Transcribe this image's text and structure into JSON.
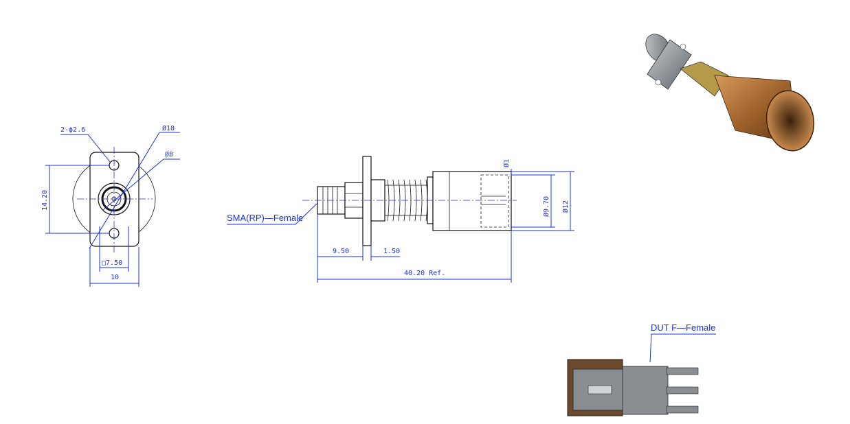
{
  "front_view": {
    "hole_label": "2-ϕ2.6",
    "outer_dia_label": "Ø18",
    "inner_dia_label": "Ø8",
    "height_label": "14.20",
    "square_label": "□7.50",
    "width_label": "10"
  },
  "side_view": {
    "callout_label": "SMA(RP)—Female",
    "pin_dia_label": "Ø1",
    "bore_dia_label": "Ø9.70",
    "body_dia_label": "Ø12",
    "len_a_label": "9.50",
    "len_b_label": "1.50",
    "total_len_label": "40.20 Ref."
  },
  "dut_view": {
    "callout_label": "DUT F—Female"
  },
  "colors": {
    "dimension": "#1a2fe0",
    "copper": "#a0622c",
    "steel": "#9aa0a6",
    "dut_brown": "#6b4a2e"
  }
}
